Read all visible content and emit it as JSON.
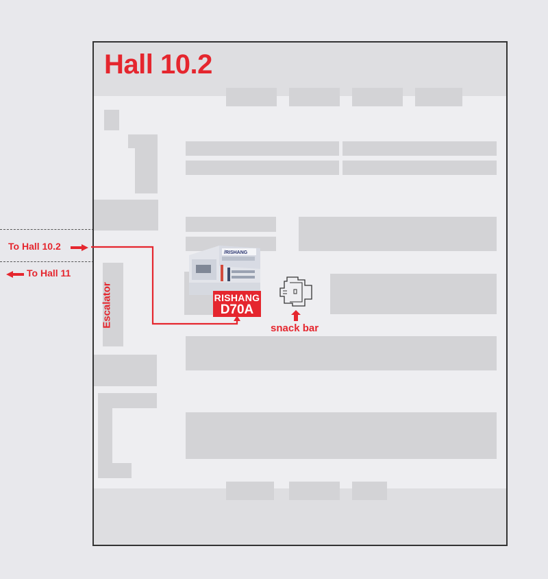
{
  "hall": {
    "title": "Hall 10.2"
  },
  "directions": {
    "to_hall_10_2": "To Hall 10.2",
    "to_hall_11": "To Hall 11"
  },
  "escalator": {
    "label": "Escalator"
  },
  "booth": {
    "brand": "RISHANG",
    "number": "D70A"
  },
  "snack_bar": {
    "label": "snack bar"
  },
  "colors": {
    "accent": "#e5262e",
    "background": "#e8e8ec",
    "hall_fill": "#eeeef1",
    "block_fill": "#d3d3d6",
    "border": "#333333"
  }
}
